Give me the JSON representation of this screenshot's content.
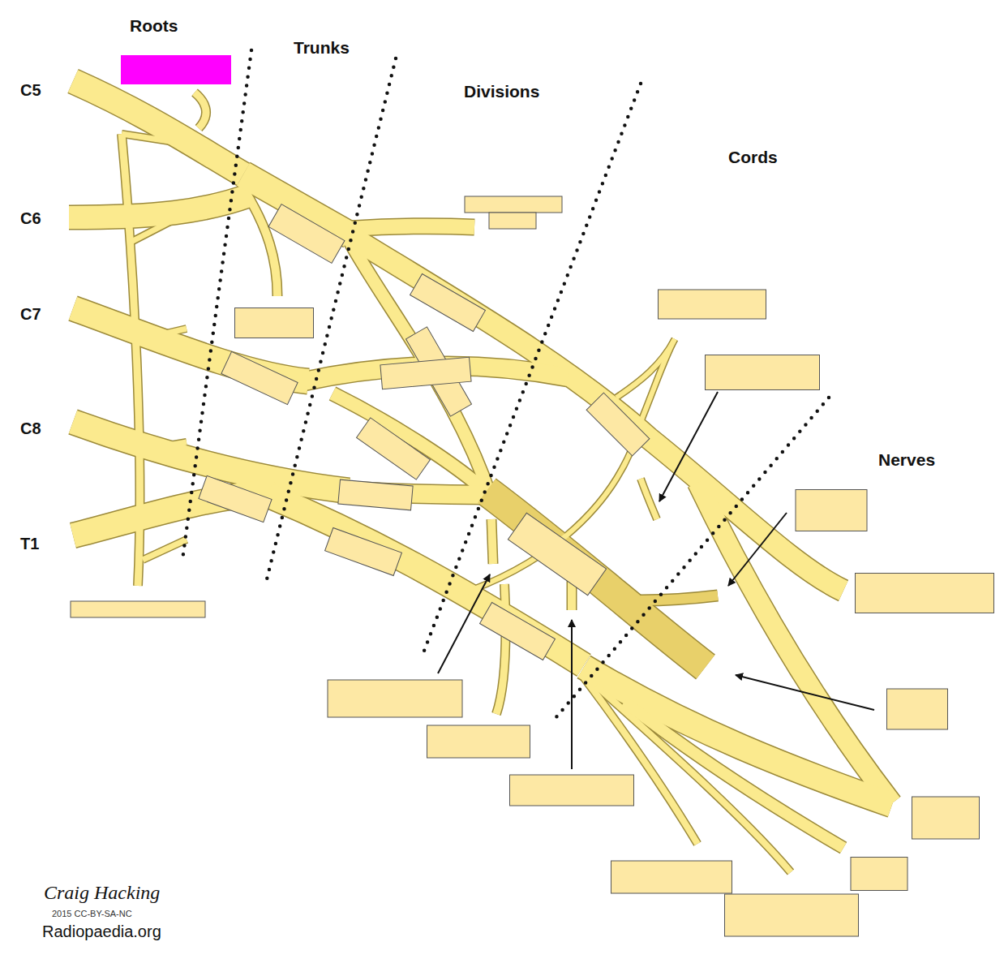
{
  "diagram": {
    "labels": [
      "Roots",
      "Trunks",
      "Divisions",
      "Cords",
      "Nerves",
      "C5",
      "C6",
      "C7",
      "C8",
      "T1",
      "Craig Hacking",
      "2015 CC-BY-SA-NC",
      "Radiopaedia.org"
    ]
  }
}
